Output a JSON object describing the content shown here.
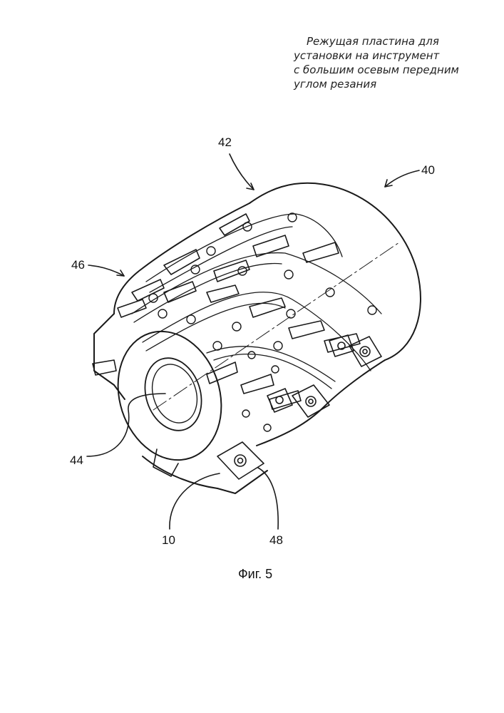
{
  "caption": {
    "line1": "Режущая пластина для",
    "line2": "установки на инструмент",
    "line3": "с большим осевым передним",
    "line4": "углом резания"
  },
  "reference_numerals": {
    "n40": "40",
    "n42": "42",
    "n46": "46",
    "n44": "44",
    "n10": "10",
    "n48": "48"
  },
  "figure_label": "Фиг. 5"
}
